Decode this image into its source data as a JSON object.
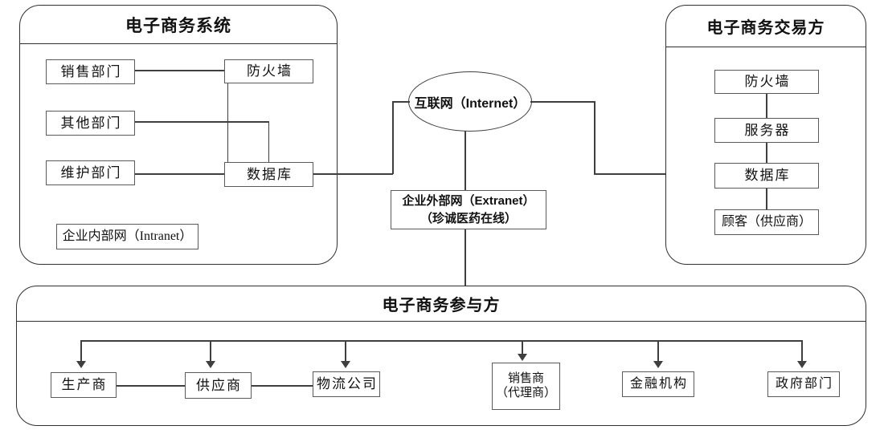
{
  "diagram": {
    "panels": {
      "system": {
        "title": "电子商务系统"
      },
      "trading": {
        "title": "电子商务交易方"
      },
      "participants": {
        "title": "电子商务参与方"
      }
    },
    "system_nodes": {
      "sales": "销售部门",
      "other": "其他部门",
      "maintenance": "维护部门",
      "firewall": "防火墙",
      "database": "数据库",
      "intranet": "企业内部网（Intranet）"
    },
    "network_nodes": {
      "internet": "互联网（Internet）",
      "extranet_line1": "企业外部网（Extranet）",
      "extranet_line2": "（珍诚医药在线）"
    },
    "trading_nodes": {
      "firewall": "防火墙",
      "server": "服务器",
      "database": "数据库",
      "customer": "顾客（供应商）"
    },
    "participant_nodes": {
      "producer": "生产商",
      "supplier": "供应商",
      "logistics": "物流公司",
      "seller_line1": "销售商",
      "seller_line2": "（代理商）",
      "finance": "金融机构",
      "government": "政府部门"
    },
    "colors": {
      "line": "#3f3f3f",
      "box_border": "#5a5a5a",
      "panel_border": "#2f2f2f",
      "text": "#111111",
      "background": "#ffffff"
    }
  }
}
